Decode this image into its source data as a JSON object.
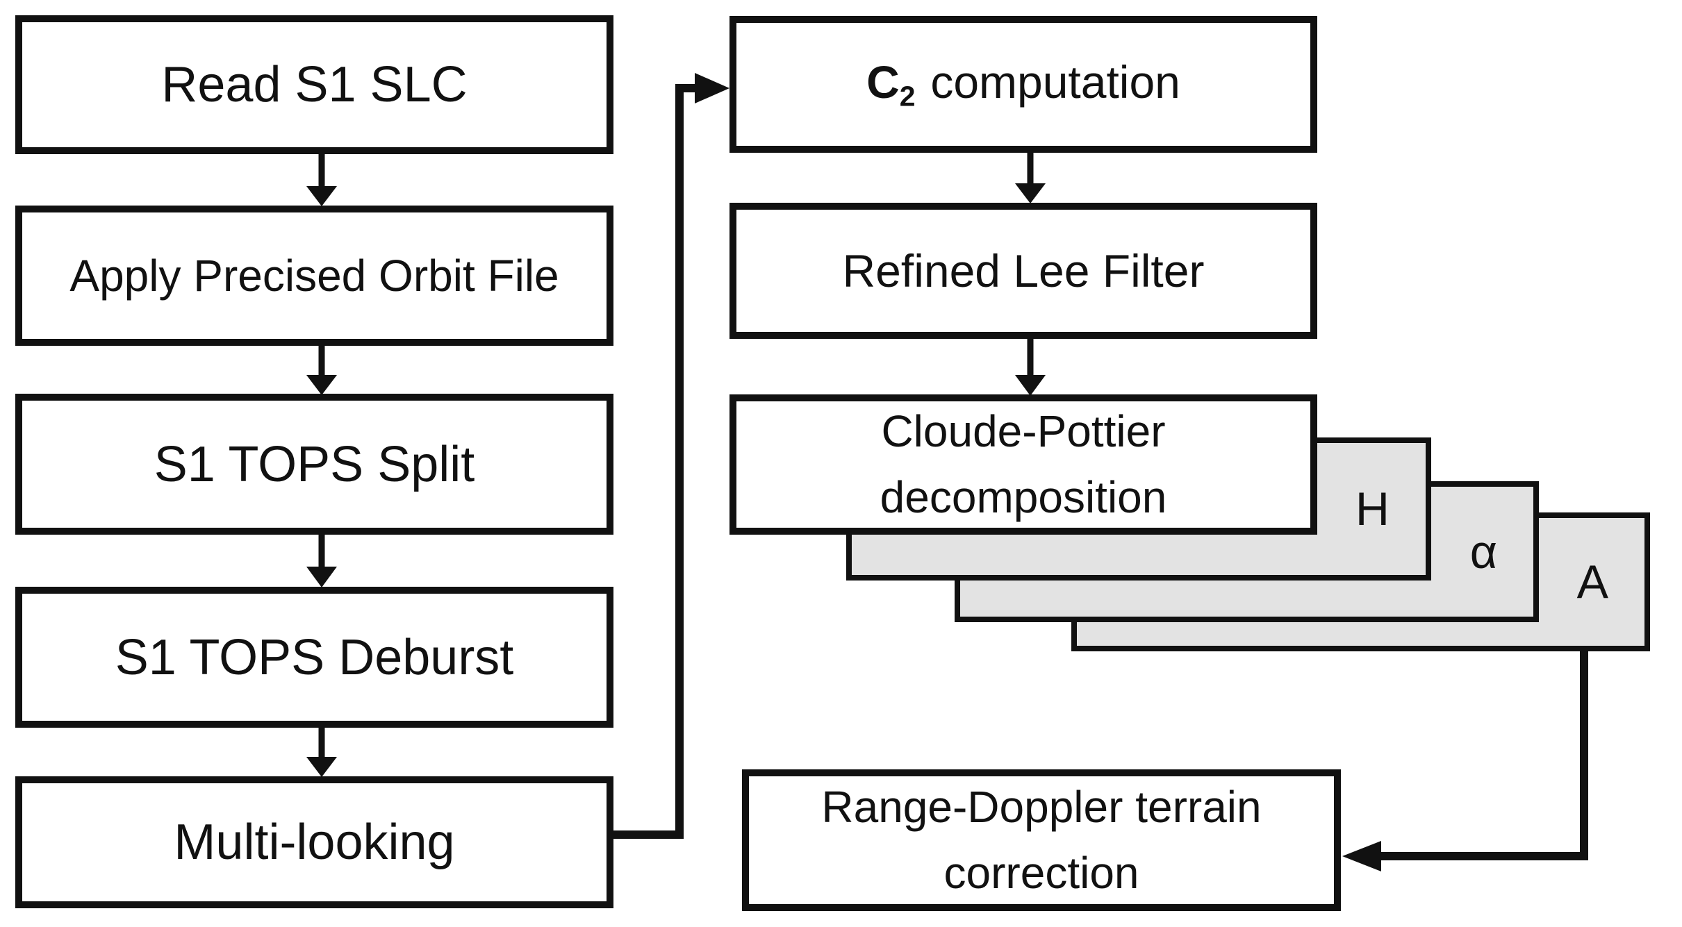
{
  "flowchart": {
    "left_column": [
      {
        "id": "read-s1-slc",
        "label": "Read S1 SLC"
      },
      {
        "id": "apply-orbit",
        "label": "Apply Precised Orbit File"
      },
      {
        "id": "tops-split",
        "label": "S1 TOPS Split"
      },
      {
        "id": "tops-deburst",
        "label": "S1 TOPS Deburst"
      },
      {
        "id": "multi-looking",
        "label": "Multi-looking"
      }
    ],
    "right_column": {
      "c2_computation": {
        "symbol": "C",
        "subscript": "2",
        "rest": "computation"
      },
      "refined_lee_filter": {
        "label": "Refined Lee Filter"
      },
      "cloude_pottier": {
        "line1": "Cloude-Pottier",
        "line2": "decomposition"
      },
      "output_layers": [
        {
          "label": "H"
        },
        {
          "label": "α"
        },
        {
          "label": "A"
        }
      ],
      "range_doppler": {
        "line1": "Range-Doppler terrain",
        "line2": "correction"
      }
    },
    "colors": {
      "border": "#111111",
      "box_fill": "#ffffff",
      "layer_fill": "#e3e3e3",
      "text": "#111111",
      "background": "#ffffff"
    }
  }
}
